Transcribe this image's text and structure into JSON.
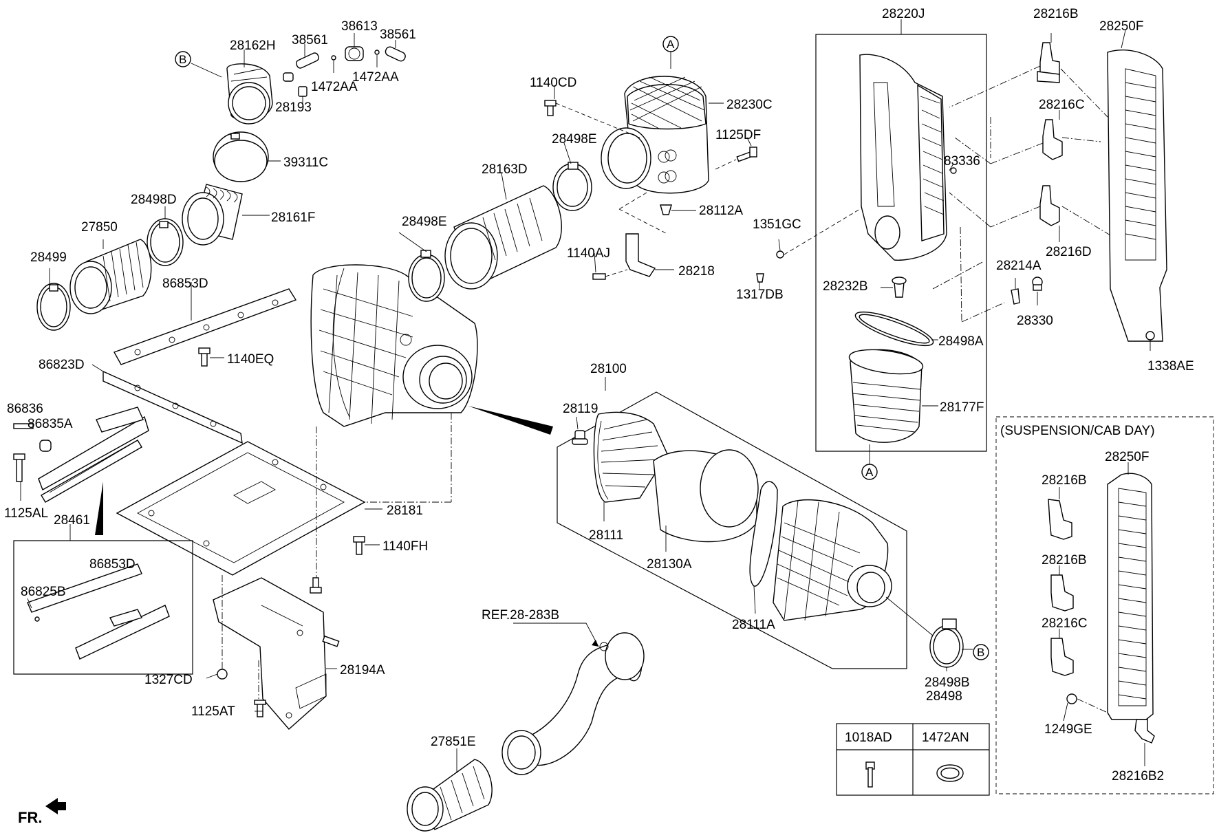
{
  "callouts": [
    {
      "id": "b-top",
      "text": "B"
    },
    {
      "id": "28162H",
      "text": "28162H"
    },
    {
      "id": "38561a",
      "text": "38561"
    },
    {
      "id": "38613",
      "text": "38613"
    },
    {
      "id": "38561b",
      "text": "38561"
    },
    {
      "id": "1472AA1",
      "text": "1472AA"
    },
    {
      "id": "1472AA2",
      "text": "1472AA"
    },
    {
      "id": "28193",
      "text": "28193"
    },
    {
      "id": "39311C",
      "text": "39311C"
    },
    {
      "id": "28498D",
      "text": "28498D"
    },
    {
      "id": "28161F",
      "text": "28161F"
    },
    {
      "id": "27850",
      "text": "27850"
    },
    {
      "id": "28499",
      "text": "28499"
    },
    {
      "id": "86853D",
      "text": "86853D"
    },
    {
      "id": "1140EQ",
      "text": "1140EQ"
    },
    {
      "id": "86823D",
      "text": "86823D"
    },
    {
      "id": "86836",
      "text": "86836"
    },
    {
      "id": "86835A",
      "text": "86835A"
    },
    {
      "id": "1125AL",
      "text": "1125AL"
    },
    {
      "id": "28461",
      "text": "28461"
    },
    {
      "id": "86853Db",
      "text": "86853D"
    },
    {
      "id": "86825B",
      "text": "86825B"
    },
    {
      "id": "a-top",
      "text": "A"
    },
    {
      "id": "1140CD",
      "text": "1140CD"
    },
    {
      "id": "28230C",
      "text": "28230C"
    },
    {
      "id": "1125DF",
      "text": "1125DF"
    },
    {
      "id": "28498E1",
      "text": "28498E"
    },
    {
      "id": "28163D",
      "text": "28163D"
    },
    {
      "id": "28498E2",
      "text": "28498E"
    },
    {
      "id": "28112A",
      "text": "28112A"
    },
    {
      "id": "1140AJ",
      "text": "1140AJ"
    },
    {
      "id": "28218",
      "text": "28218"
    },
    {
      "id": "28181",
      "text": "28181"
    },
    {
      "id": "1140FH",
      "text": "1140FH"
    },
    {
      "id": "1327CD",
      "text": "1327CD"
    },
    {
      "id": "28194A",
      "text": "28194A"
    },
    {
      "id": "1125AT",
      "text": "1125AT"
    },
    {
      "id": "28100",
      "text": "28100"
    },
    {
      "id": "28119",
      "text": "28119"
    },
    {
      "id": "28111",
      "text": "28111"
    },
    {
      "id": "28130A",
      "text": "28130A"
    },
    {
      "id": "28111A",
      "text": "28111A"
    },
    {
      "id": "b-right",
      "text": "B"
    },
    {
      "id": "28498B",
      "text": "28498B"
    },
    {
      "id": "28498",
      "text": "28498"
    },
    {
      "id": "ref",
      "text": "REF.28-283B"
    },
    {
      "id": "27851E",
      "text": "27851E"
    },
    {
      "id": "28220J",
      "text": "28220J"
    },
    {
      "id": "83336",
      "text": "83336"
    },
    {
      "id": "1351GC",
      "text": "1351GC"
    },
    {
      "id": "1317DB",
      "text": "1317DB"
    },
    {
      "id": "28232B",
      "text": "28232B"
    },
    {
      "id": "28498A",
      "text": "28498A"
    },
    {
      "id": "28177F",
      "text": "28177F"
    },
    {
      "id": "a-bottom",
      "text": "A"
    },
    {
      "id": "28216B",
      "text": "28216B"
    },
    {
      "id": "28250F",
      "text": "28250F"
    },
    {
      "id": "28216C",
      "text": "28216C"
    },
    {
      "id": "28216D",
      "text": "28216D"
    },
    {
      "id": "28214A",
      "text": "28214A"
    },
    {
      "id": "28330",
      "text": "28330"
    },
    {
      "id": "1338AE",
      "text": "1338AE"
    },
    {
      "id": "28250F2",
      "text": "28250F"
    },
    {
      "id": "28216B2a",
      "text": "28216B"
    },
    {
      "id": "28216B2b",
      "text": "28216B"
    },
    {
      "id": "28216C2",
      "text": "28216C"
    },
    {
      "id": "1249GE",
      "text": "1249GE"
    },
    {
      "id": "28216B2",
      "text": "28216B2"
    }
  ],
  "suspension_box": {
    "title": "(SUSPENSION/CAB DAY)"
  },
  "fastener_table": {
    "headers": [
      "1018AD",
      "1472AN"
    ]
  },
  "direction_label": "FR."
}
